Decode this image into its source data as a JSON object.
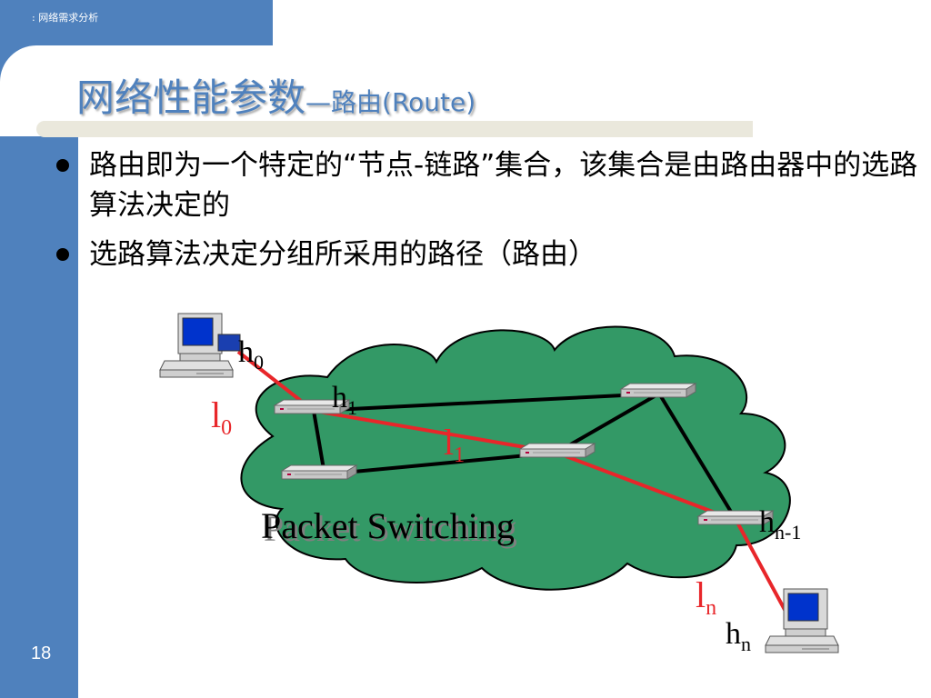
{
  "header": {
    "section_label": ": 网络需求分析"
  },
  "title": {
    "main": "网络性能参数",
    "sub": "—路由(Route)"
  },
  "bullets": [
    "路由即为一个特定的“节点-链路”集合，该集合是由路由器中的选路算法决定的",
    "选路算法决定分组所采用的路径（路由）"
  ],
  "diagram": {
    "cloud_label": "Packet Switching",
    "hosts": {
      "h0": {
        "base": "h",
        "sub": "0"
      },
      "hn": {
        "base": "h",
        "sub": "n"
      }
    },
    "nodes": {
      "h1": {
        "base": "h",
        "sub": "1"
      },
      "hn1": {
        "base": "h",
        "sub": "n-1"
      }
    },
    "links": {
      "l0": {
        "base": "l",
        "sub": "0"
      },
      "l1": {
        "base": "l",
        "sub": "1"
      },
      "ln": {
        "base": "l",
        "sub": "n"
      }
    },
    "colors": {
      "cloud": "#339966",
      "route": "#e8262a",
      "link": "#000000"
    }
  },
  "footer": {
    "page_number": "18"
  }
}
